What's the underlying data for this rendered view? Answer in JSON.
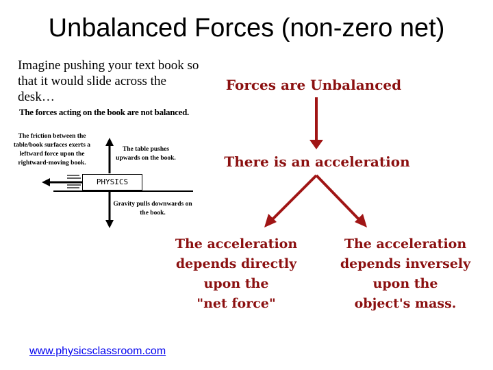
{
  "slide": {
    "title": "Unbalanced Forces (non-zero net)",
    "intro": "Imagine pushing your text book so that it would slide across the desk…",
    "caption": "The forces acting on the book are not balanced.",
    "link": "www.physicsclassroom.com"
  },
  "book_diagram": {
    "book_label": "PHYSICS",
    "friction_note": "The friction between the table/book surfaces exerts a leftward force upon the rightward-moving book.",
    "normal_note": "The table pushes upwards on the book.",
    "gravity_note": "Gravity pulls downwards on the book."
  },
  "flowchart": {
    "top": "Forces are Unbalanced",
    "middle": "There is an acceleration",
    "left_lines": [
      "The acceleration",
      "depends directly",
      "upon the",
      "\"net force\""
    ],
    "right_lines": [
      "The acceleration",
      "depends inversely",
      "upon the",
      "object's mass."
    ],
    "accent_color": "#8b1010"
  }
}
